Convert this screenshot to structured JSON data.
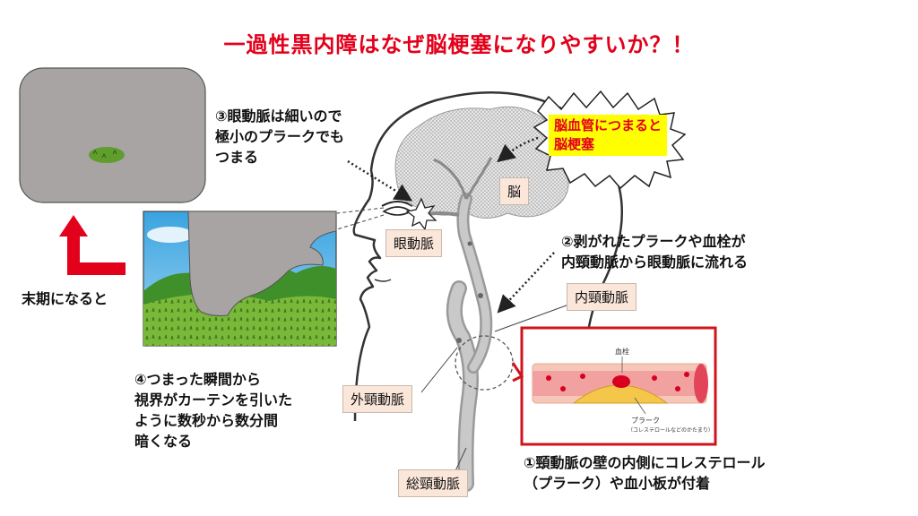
{
  "title": "一過性黒内障はなぜ脳梗塞になりやすいか？！",
  "notes": {
    "step1": "①頸動脈の壁の内側にコレステロール\n（プラーク）や血小板が付着",
    "step2": "②剥がれたプラークや血栓が\n内頸動脈から眼動脈に流れる",
    "step3": "③眼動脈は細いので\n極小のプラークでも\nつまる",
    "step4": "④つまった瞬間から\n視界がカーテンを引いた\nように数秒から数分間\n暗くなる",
    "late_stage": "末期になると"
  },
  "callout": "脳血管につまると\n脳梗塞",
  "labels": {
    "brain": "脳",
    "ophthalmic_artery": "眼動脈",
    "internal_carotid": "内頸動脈",
    "external_carotid": "外頸動脈",
    "common_carotid": "総頸動脈"
  },
  "inset": {
    "thrombus": "血栓",
    "plaque": "プラーク",
    "plaque_sub": "（コレステロールなどのかたまり）"
  },
  "colors": {
    "title": "#e3001b",
    "arrow": "#e3001b",
    "callout_bg": "#ffff00",
    "vision_gray": "#a8a4a4",
    "inset_border": "#d0141c"
  },
  "icons": [
    "red-corner-arrow-icon",
    "burst-star-icon",
    "dotted-arrow-icon"
  ]
}
